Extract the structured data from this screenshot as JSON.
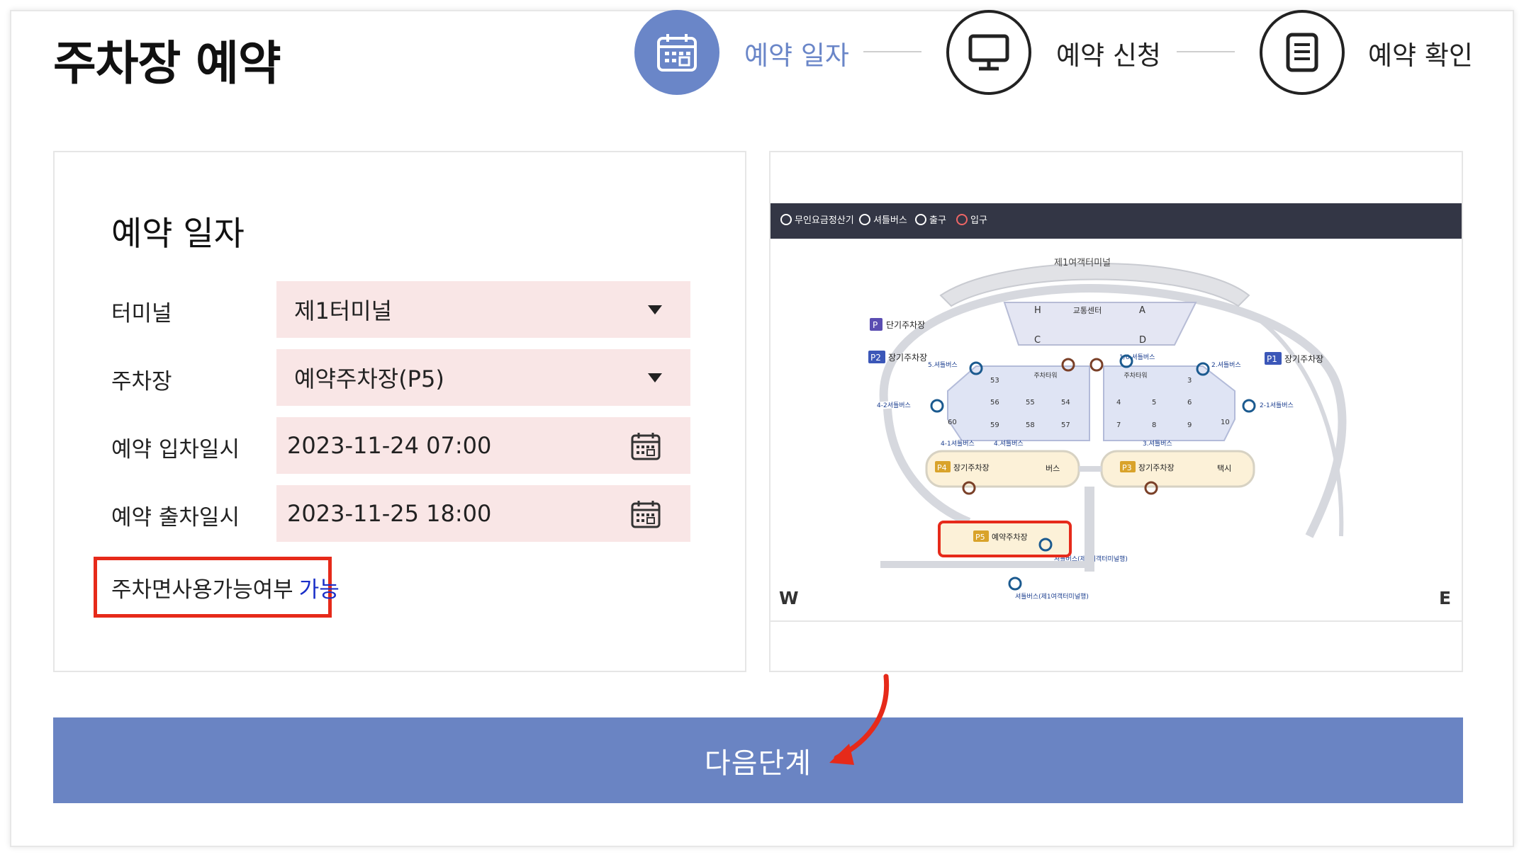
{
  "page_title": "주차장 예약",
  "steps": [
    {
      "label": "예약 일자",
      "icon": "calendar-icon",
      "active": true
    },
    {
      "label": "예약 신청",
      "icon": "monitor-icon",
      "active": false
    },
    {
      "label": "예약 확인",
      "icon": "document-icon",
      "active": false
    }
  ],
  "form": {
    "section_title": "예약 일자",
    "terminal_label": "터미널",
    "terminal_value": "제1터미널",
    "parking_label": "주차장",
    "parking_value": "예약주차장(P5)",
    "entry_label": "예약 입차일시",
    "entry_value": "2023-11-24 07:00",
    "exit_label": "예약 출차일시",
    "exit_value": "2023-11-25 18:00",
    "availability_label": "주차면사용가능여부",
    "availability_value": "가능"
  },
  "map": {
    "legend": [
      "무인요금정산기",
      "셔틀버스",
      "출구",
      "입구"
    ],
    "terminal_name": "제1여객터미널",
    "transport_center": "교통센터",
    "zones": [
      "H",
      "A",
      "C",
      "D"
    ],
    "parking_tower": "주차타워",
    "short_term": "단기주차장",
    "long_term": "장기주차장",
    "lots": [
      "P",
      "P1",
      "P2",
      "P3",
      "P4",
      "P5"
    ],
    "reservation_lot": "예약주차장",
    "bus": "버스",
    "taxi": "택시",
    "shuttle_labels": [
      "5.셔틀버스",
      "1/6.셔틀버스",
      "2.셔틀버스",
      "4-2셔틀버스",
      "2-1셔틀버스",
      "4-1셔틀버스",
      "4.셔틀버스",
      "3.셔틀버스",
      "셔틀버스(제2여객터미널행)",
      "셔틀버스(제1여객터미널행)"
    ],
    "spot_numbers": [
      "53",
      "56",
      "55",
      "54",
      "60",
      "59",
      "58",
      "57",
      "3",
      "4",
      "5",
      "6",
      "7",
      "8",
      "9",
      "10"
    ],
    "west": "W",
    "east": "E"
  },
  "next_button": "다음단계",
  "colors": {
    "accent": "#6a86c8",
    "button": "#6a84c3",
    "field_bg": "#f9e6e6",
    "highlight": "#e62a1a",
    "ok_text": "#1a2fc8"
  }
}
